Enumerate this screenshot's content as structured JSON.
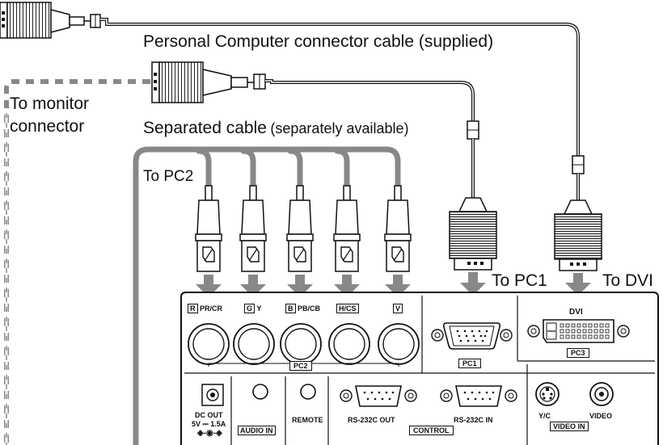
{
  "labels": {
    "pc_cable": "Personal Computer connector cable (supplied)",
    "to_monitor_line1": "To monitor",
    "to_monitor_line2": "connector",
    "separated_cable_main": "Separated cable",
    "separated_cable_note": "(separately available)",
    "to_pc2": "To PC2",
    "to_pc1": "To PC1",
    "to_dvi": "To DVI"
  },
  "panel": {
    "ports_top": [
      {
        "letter": "R",
        "sub": "PR/CR"
      },
      {
        "letter": "G",
        "sub": "Y"
      },
      {
        "letter": "B",
        "sub": "PB/CB"
      },
      {
        "letter": "H/C",
        "sub": "S"
      },
      {
        "letter": "V",
        "sub": ""
      }
    ],
    "pc2": "PC2",
    "pc1": "PC1",
    "dvi": "DVI",
    "pc3": "PC3",
    "dc_out": "DC OUT",
    "dc_rating": "5V ⎓ 1.5A",
    "audio_in": "AUDIO IN",
    "remote": "REMOTE",
    "rs232c_out": "RS-232C OUT",
    "rs232c_in": "RS-232C IN",
    "control": "CONTROL",
    "yc": "Y/C",
    "video": "VIDEO",
    "video_in": "VIDEO IN"
  }
}
